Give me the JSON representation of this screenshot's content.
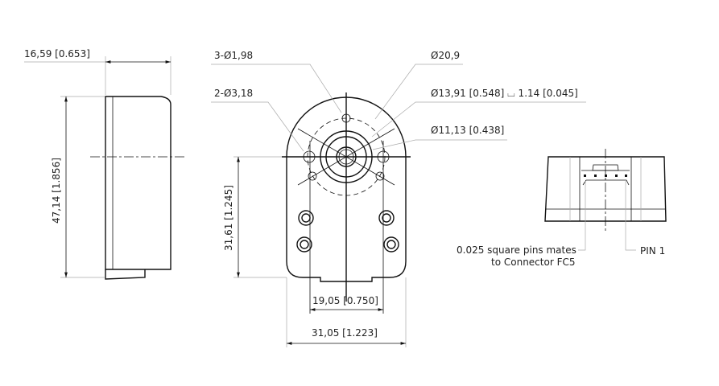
{
  "dimensions": {
    "side_width": "16,59  [0.653]",
    "side_height": "47,14 [1.856]",
    "holes_small": "3-Ø1,98",
    "holes_large": "2-Ø3,18",
    "bolt_circle": "Ø20,9",
    "counterbore": "Ø13,91 [0.548] ⌴ 1.14 [0.045]",
    "bore": "Ø11,13 [0.438]",
    "center_height": "31,61 [1.245]",
    "pin_spacing": "19,05 [0.750]",
    "body_width": "31,05 [1.223]"
  },
  "notes": {
    "pins_line1": "0.025 square pins mates",
    "pins_line2": "to Connector FC5",
    "pin1": "PIN 1"
  }
}
